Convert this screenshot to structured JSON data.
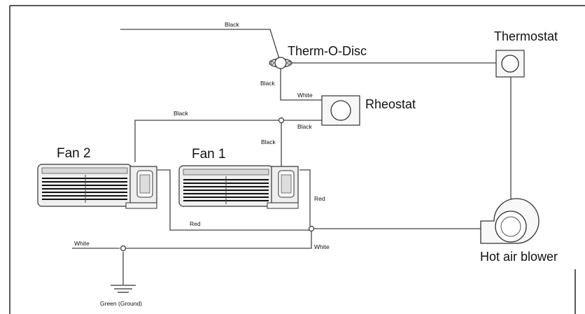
{
  "components": {
    "thermostat": "Thermostat",
    "therm_o_disc": "Therm-O-Disc",
    "rheostat": "Rheostat",
    "fan_1": "Fan 1",
    "fan_2": "Fan 2",
    "hot_air_blower": "Hot air blower"
  },
  "wire_labels": {
    "black_top": "Black",
    "black_tod_down": "Black",
    "white_rheostat": "White",
    "black_fan2": "Black",
    "black_rheostat": "Black",
    "black_fan1": "Black",
    "red_right": "Red",
    "red_bottom": "Red",
    "white_left": "White",
    "white_right": "White",
    "ground": "Green (Ground)"
  }
}
